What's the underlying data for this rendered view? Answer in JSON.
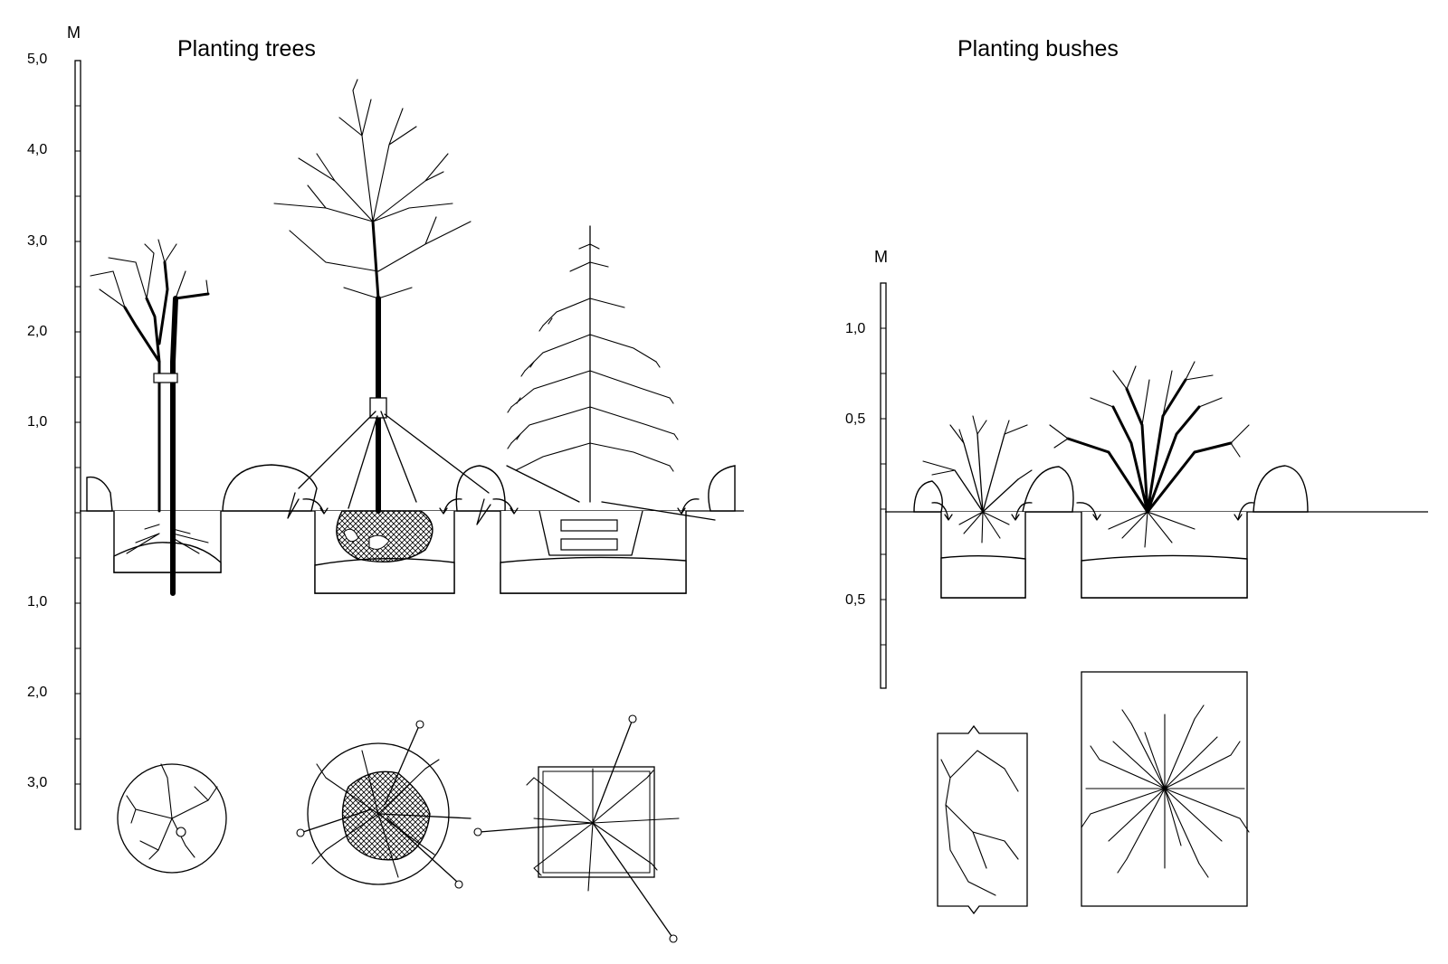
{
  "trees_panel": {
    "title": "Planting trees",
    "unit": "M",
    "scale_labels_above": [
      "5,0",
      "4,0",
      "3,0",
      "2,0",
      "1,0"
    ],
    "scale_labels_below": [
      "1,0",
      "2,0",
      "3,0"
    ]
  },
  "bushes_panel": {
    "title": "Planting bushes",
    "unit": "M",
    "scale_labels_above": [
      "1,0",
      "0,5"
    ],
    "scale_labels_below": [
      "0,5"
    ]
  }
}
